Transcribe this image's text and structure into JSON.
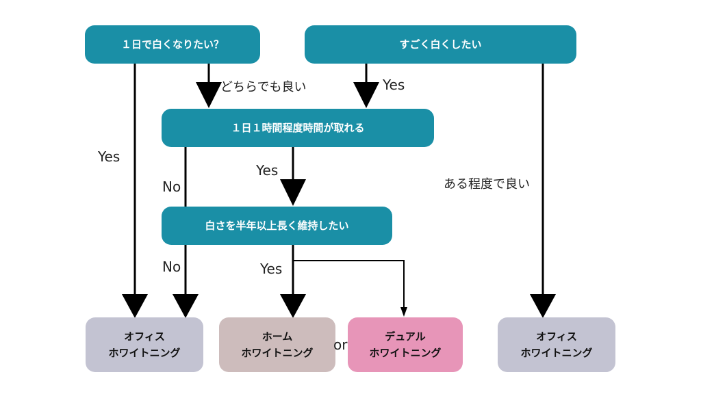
{
  "nodes": {
    "q_one_day": "１日で白くなりたい？",
    "q_very_white": "すごく白くしたい",
    "q_time": "１日１時間程度時間が取れる",
    "q_keep": "白さを半年以上長く維持したい"
  },
  "results": {
    "office_left": {
      "line1": "オフィス",
      "line2": "ホワイトニング"
    },
    "home": {
      "line1": "ホーム",
      "line2": "ホワイトニング"
    },
    "dual": {
      "line1": "デュアル",
      "line2": "ホワイトニング"
    },
    "office_right": {
      "line1": "オフィス",
      "line2": "ホワイトニング"
    }
  },
  "labels": {
    "dochira": "どちらでも良い",
    "yes_top": "Yes",
    "yes_left": "Yes",
    "no_upper": "No",
    "yes_mid": "Yes",
    "aru_teido": "ある程度で良い",
    "no_lower": "No",
    "yes_lower": "Yes",
    "or": "or"
  },
  "colors": {
    "teal": "#1a8fa6",
    "gray_result": "#c3c3d2",
    "taupe_result": "#cdbcbc",
    "pink_result": "#e795b8",
    "arrow": "#000000"
  }
}
